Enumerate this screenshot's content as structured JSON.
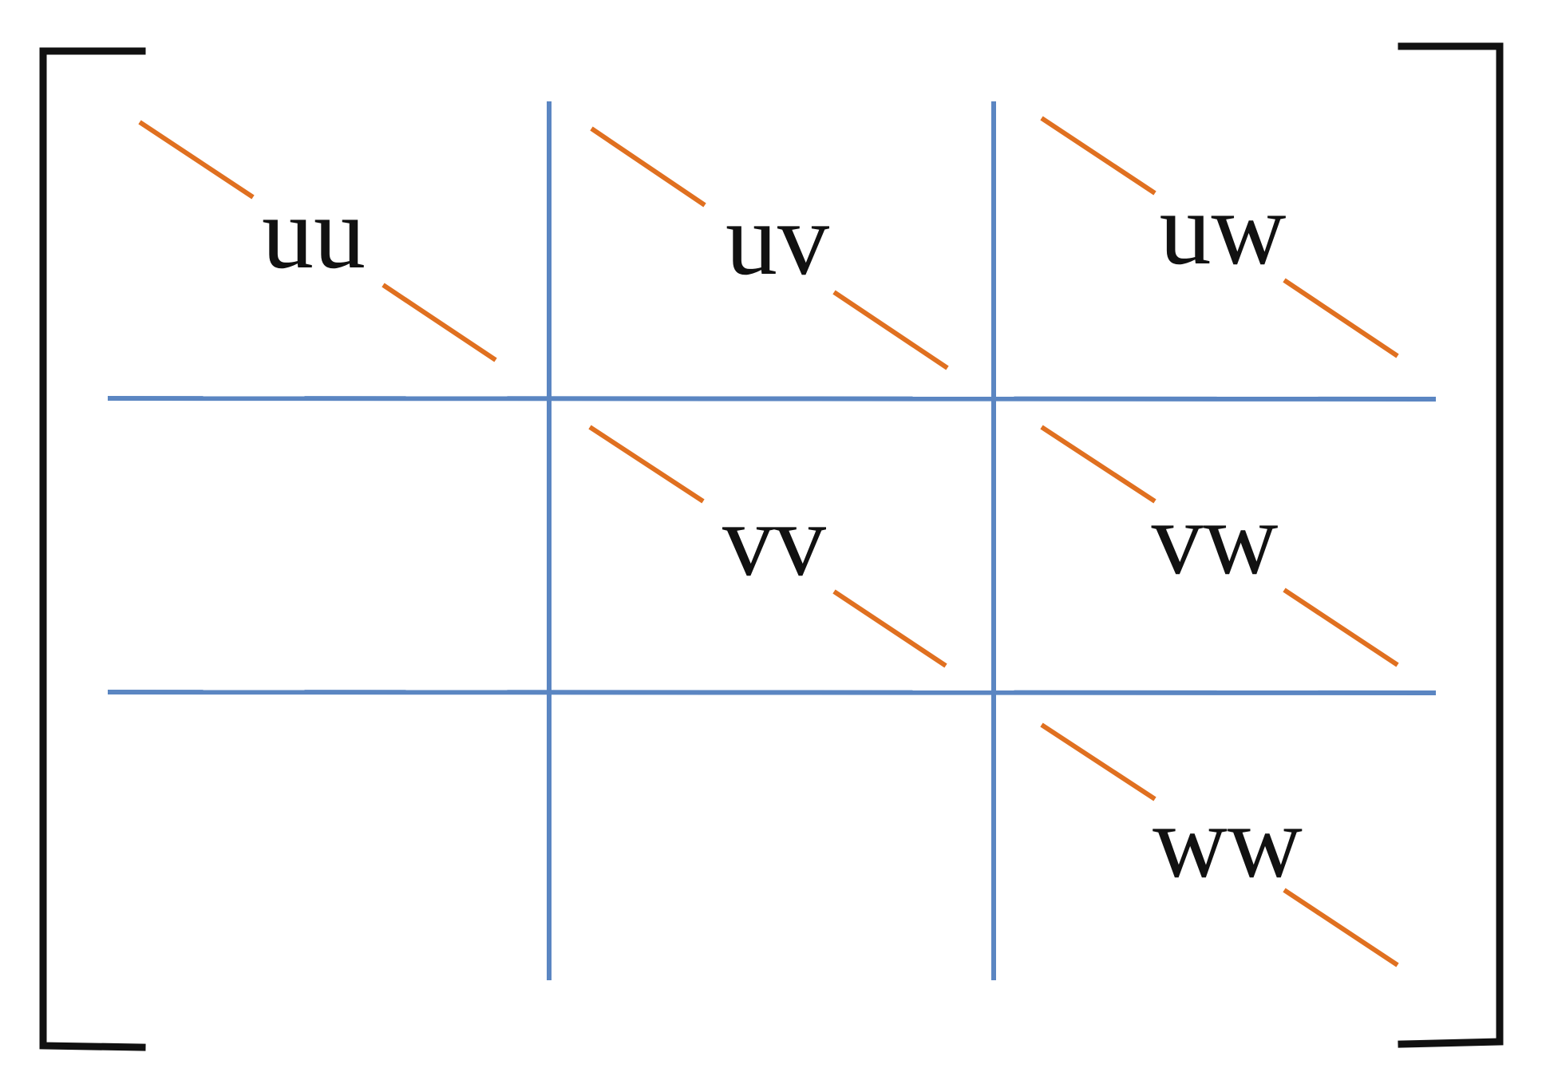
{
  "matrix": {
    "cells": [
      {
        "id": "uu",
        "label": "uu",
        "row": 0,
        "col": 0
      },
      {
        "id": "uv",
        "label": "uv",
        "row": 0,
        "col": 1
      },
      {
        "id": "uw",
        "label": "uw",
        "row": 0,
        "col": 2
      },
      {
        "id": "vv",
        "label": "vv",
        "row": 1,
        "col": 1
      },
      {
        "id": "vw",
        "label": "vw",
        "row": 1,
        "col": 2
      },
      {
        "id": "ww",
        "label": "ww",
        "row": 2,
        "col": 2
      }
    ]
  },
  "colors": {
    "bracket": "#111111",
    "grid": "#5b86c2",
    "diagonal": "#e07020"
  }
}
